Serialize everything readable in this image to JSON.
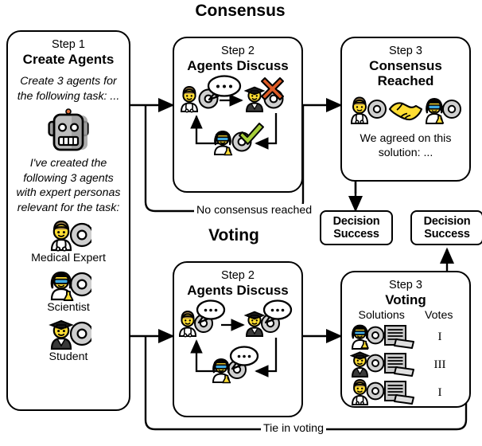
{
  "sections": {
    "consensus": "Consensus",
    "voting": "Voting"
  },
  "step1": {
    "step_label": "Step 1",
    "title": "Create Agents",
    "prompt": "Create 3 agents for the following task: ...",
    "response": "I've created the following 3 agents with expert personas relevant for the task:",
    "robot_icon": "robot-icon",
    "agents": [
      {
        "name": "Medical Expert",
        "icon": "doctor-agent-icon"
      },
      {
        "name": "Scientist",
        "icon": "scientist-agent-icon"
      },
      {
        "name": "Student",
        "icon": "student-agent-icon"
      }
    ]
  },
  "consensus_step2": {
    "step_label": "Step 2",
    "title": "Agents Discuss",
    "icons": [
      "doctor-agent-icon",
      "student-agent-icon",
      "scientist-agent-icon"
    ],
    "markers": [
      "cross-icon",
      "check-icon"
    ]
  },
  "consensus_step3": {
    "step_label": "Step 3",
    "title": "Consensus Reached",
    "caption": "We agreed on this solution: ...",
    "icons": [
      "doctor-agent-icon",
      "handshake-icon",
      "scientist-agent-icon"
    ]
  },
  "voting_step2": {
    "step_label": "Step 2",
    "title": "Agents Discuss",
    "icons": [
      "doctor-agent-icon",
      "student-agent-icon",
      "scientist-agent-icon"
    ]
  },
  "voting_step3": {
    "step_label": "Step 3",
    "title": "Voting",
    "col_solutions": "Solutions",
    "col_votes": "Votes",
    "rows": [
      {
        "icon": "scientist-solution-icon",
        "votes": "I"
      },
      {
        "icon": "student-solution-icon",
        "votes": "III"
      },
      {
        "icon": "doctor-solution-icon",
        "votes": "I"
      }
    ]
  },
  "decision": {
    "left_line1": "Decision",
    "left_line2": "Success",
    "right_line1": "Decision",
    "right_line2": "Success"
  },
  "edges": {
    "no_consensus": "No consensus reached",
    "tie_in_voting": "Tie in voting"
  },
  "colors": {
    "skin": "#FFDD33",
    "gear": "#CFCFCF",
    "hair_brown": "#9B7D4A",
    "hair_orange": "#F05A22",
    "cross": "#DE5B26",
    "check": "#A6CE39",
    "handshake": "#FFDD33",
    "robot": "#9E9E9E",
    "doc": "#D4D4D4",
    "stroke": "#000000"
  }
}
